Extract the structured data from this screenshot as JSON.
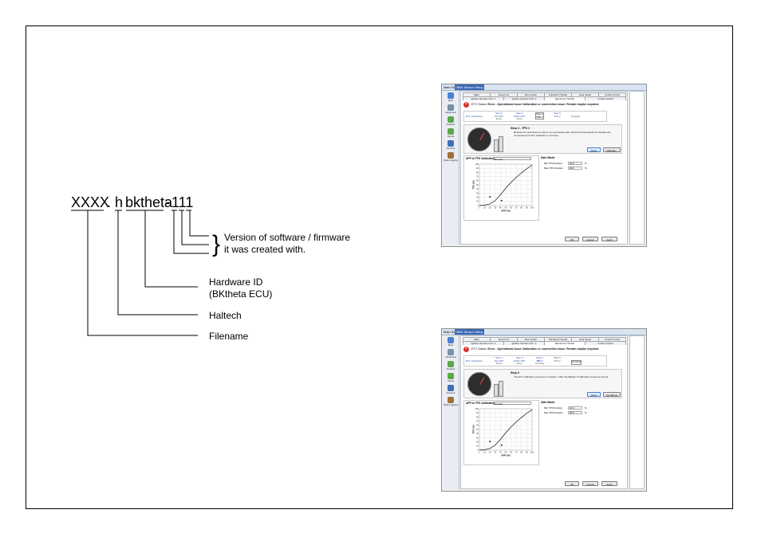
{
  "naming": {
    "parts": {
      "filename": "XXXX",
      "dot": ".",
      "haltech": "h",
      "hardware": "bktheta",
      "dash": "-",
      "version": "111"
    },
    "labels": {
      "version_line1": "Version of software / firmware",
      "version_line2": "it was created with.",
      "hardware_line1": "Hardware ID",
      "hardware_line2": "(BKtheta ECU)",
      "haltech": "Haltech",
      "filename": "Filename"
    }
  },
  "screens": [
    {
      "title": "Main Setup",
      "title_highlight": "DBW Sensor Setup",
      "sidebar": [
        "Main",
        "Advanced",
        "Outputs",
        "Inputs",
        "Devices",
        "Data Logging"
      ],
      "tabs_row1": [
        "Main",
        "Decel Cut",
        "Rev Limiter",
        "Transient Throttle",
        "Gear Setup",
        "Knock Control"
      ],
      "tabs_row2": [
        "Ignition Generic Corr. 1",
        "Ignition Generic Corr. 2",
        "Electronic Throttle",
        "Cruise Control"
      ],
      "status_lead": "ETC Status:",
      "status_err": "Error - Operational Issue",
      "status_msg": "Calibration or connection issue. Restart maybe required.",
      "steps": [
        {
          "k": "Step 1",
          "l": "ETC Calibration",
          "s": ""
        },
        {
          "k": "Step 2",
          "l": "0% APP",
          "s": "Done"
        },
        {
          "k": "Step 3",
          "l": "100% APP",
          "s": "Done"
        },
        {
          "k": "Step 4",
          "l": "TPS 1",
          "s": ""
        },
        {
          "k": "Step 5",
          "l": "TPS 2",
          "s": ""
        },
        {
          "k": "",
          "l": "Finished",
          "s": ""
        }
      ],
      "step_title": "Step 3 - TPS 1",
      "step_desc": "Release the accelerator pedal to a non-pressed state. Ensure that all electronic throttles are connected and click 'Calibrate' to continue.",
      "btn_reset": "Reset",
      "btn_action": "Calibrate...",
      "graph_title": "APP to TPS Calibration",
      "graph_select": "Normal",
      "safe_title": "Safe Mode",
      "safe_rows": [
        {
          "label": "Min TPS Position",
          "value": "10.0",
          "unit": "%"
        },
        {
          "label": "Max TPS Position",
          "value": "90.0",
          "unit": "%"
        }
      ],
      "btn_ok": "OK",
      "btn_cancel": "Cancel",
      "btn_apply": "Apply",
      "chart_data": {
        "type": "line",
        "xlabel": "APP (%)",
        "ylabel": "TPS (%)",
        "xlim": [
          0,
          100
        ],
        "ylim": [
          0,
          100
        ],
        "xticks": [
          "0",
          "10",
          "20",
          "30",
          "40",
          "50",
          "60",
          "70",
          "80",
          "90",
          "100"
        ],
        "yticks": [
          "0",
          "10",
          "20",
          "30",
          "40",
          "50",
          "60",
          "70",
          "80",
          "90",
          "100"
        ],
        "curve": {
          "x": [
            0,
            10,
            20,
            30,
            40,
            50,
            60,
            70,
            80,
            90,
            100
          ],
          "y": [
            0,
            1,
            4,
            12,
            26,
            42,
            56,
            68,
            79,
            89,
            98
          ]
        },
        "points": [
          {
            "x": 20,
            "y": 21
          },
          {
            "x": 42,
            "y": 12
          }
        ]
      }
    },
    {
      "title": "Main Setup",
      "title_highlight": "DBW Sensor Setup",
      "sidebar": [
        "Main",
        "Advanced",
        "Outputs",
        "Inputs",
        "Devices",
        "Data Logging"
      ],
      "tabs_row1": [
        "Main",
        "Decel Cut",
        "Rev Limiter",
        "Transient Throttle",
        "Gear Setup",
        "Knock Control"
      ],
      "tabs_row2": [
        "Ignition Generic Corr. 1",
        "Ignition Generic Corr. 2",
        "Electronic Throttle",
        "Cruise Control"
      ],
      "status_lead": "ETC Status:",
      "status_err": "Error - Operational Issue",
      "status_msg": "Calibration or connection issue. Restart maybe required.",
      "steps": [
        {
          "k": "Step 1",
          "l": "ETC Calibration",
          "s": ""
        },
        {
          "k": "Step 2",
          "l": "0% APP",
          "s": "Done"
        },
        {
          "k": "Step 3",
          "l": "100% APP",
          "s": "Done"
        },
        {
          "k": "Step 4",
          "l": "TPS 1",
          "s": "Pending"
        },
        {
          "k": "Step 5",
          "l": "TPS 2",
          "s": ""
        },
        {
          "k": "",
          "l": "Finished",
          "s": ""
        }
      ],
      "step_title": "Step 3",
      "step_desc": "The ETC calibration process is complete. Click 'SendMode' if calibration issues are found.",
      "btn_reset": "Reset",
      "btn_action": "SendMode",
      "graph_title": "APP to TPS Calibration",
      "graph_select": "Normal",
      "safe_title": "Safe Mode",
      "safe_rows": [
        {
          "label": "Min TPS Position",
          "value": "10.0",
          "unit": "%"
        },
        {
          "label": "Max TPS Position",
          "value": "90.0",
          "unit": "%"
        }
      ],
      "btn_ok": "OK",
      "btn_cancel": "Cancel",
      "btn_apply": "Apply",
      "chart_data": {
        "type": "line",
        "xlabel": "APP (%)",
        "ylabel": "TPS (%)",
        "xlim": [
          0,
          100
        ],
        "ylim": [
          0,
          100
        ],
        "xticks": [
          "0",
          "10",
          "20",
          "30",
          "40",
          "50",
          "60",
          "70",
          "80",
          "90",
          "100"
        ],
        "yticks": [
          "0",
          "10",
          "20",
          "30",
          "40",
          "50",
          "60",
          "70",
          "80",
          "90",
          "100"
        ],
        "curve": {
          "x": [
            0,
            10,
            20,
            30,
            40,
            50,
            60,
            70,
            80,
            90,
            100
          ],
          "y": [
            0,
            1,
            4,
            12,
            26,
            42,
            56,
            68,
            79,
            89,
            98
          ]
        },
        "points": [
          {
            "x": 20,
            "y": 21
          },
          {
            "x": 42,
            "y": 12
          }
        ]
      }
    }
  ]
}
